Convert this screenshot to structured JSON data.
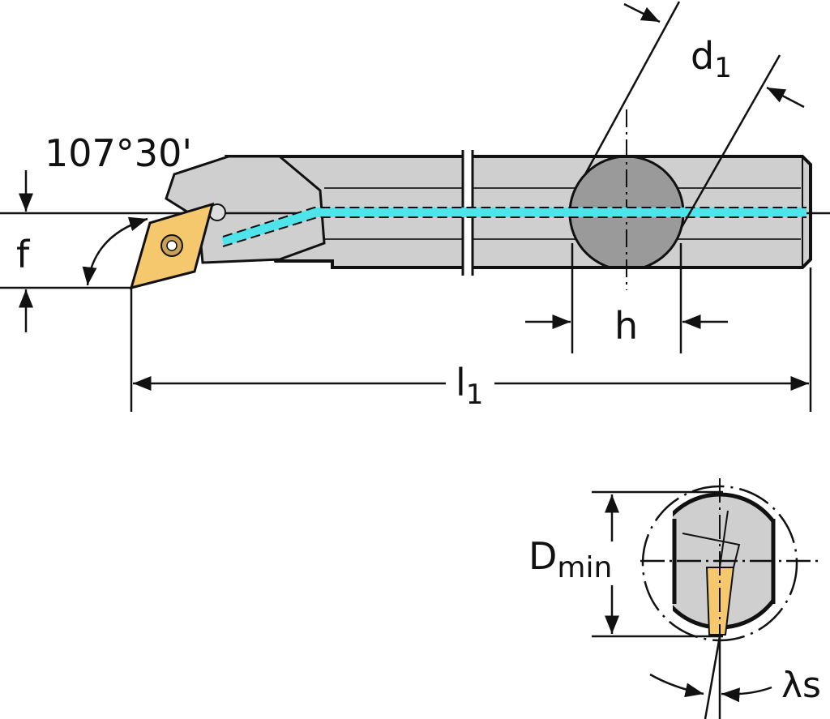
{
  "labels": {
    "angle": "107°30'",
    "f": "f",
    "d1_main": "d",
    "d1_sub": "1",
    "h": "h",
    "l1_main": "l",
    "l1_sub": "1",
    "dmin_main": "D",
    "dmin_sub": "min",
    "lambda_s": "λs"
  },
  "colors": {
    "body": "#cfcfcf",
    "section": "#9a9a9a",
    "insert": "#f5c86e",
    "coolant": "#4fe3ea",
    "line": "#111111"
  }
}
